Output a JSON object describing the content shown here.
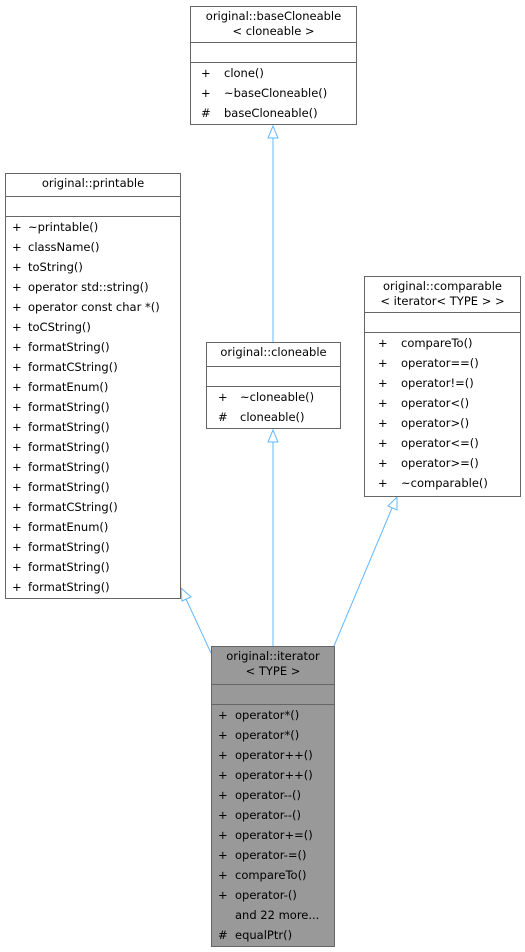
{
  "base_cloneable": {
    "title_lines": [
      "original::baseCloneable",
      "< cloneable >"
    ],
    "operations": [
      {
        "vis": "+",
        "name": "clone()"
      },
      {
        "vis": "+",
        "name": "~baseCloneable()"
      },
      {
        "vis": "#",
        "name": "baseCloneable()"
      }
    ]
  },
  "printable": {
    "title_lines": [
      "original::printable"
    ],
    "operations": [
      {
        "vis": "+",
        "name": "~printable()"
      },
      {
        "vis": "+",
        "name": "className()"
      },
      {
        "vis": "+",
        "name": "toString()"
      },
      {
        "vis": "+",
        "name": "operator std::string()"
      },
      {
        "vis": "+",
        "name": "operator const char *()"
      },
      {
        "vis": "+",
        "name": "toCString()"
      },
      {
        "vis": "+",
        "name": "formatString()"
      },
      {
        "vis": "+",
        "name": "formatCString()"
      },
      {
        "vis": "+",
        "name": "formatEnum()"
      },
      {
        "vis": "+",
        "name": "formatString()"
      },
      {
        "vis": "+",
        "name": "formatString()"
      },
      {
        "vis": "+",
        "name": "formatString()"
      },
      {
        "vis": "+",
        "name": "formatString()"
      },
      {
        "vis": "+",
        "name": "formatString()"
      },
      {
        "vis": "+",
        "name": "formatCString()"
      },
      {
        "vis": "+",
        "name": "formatEnum()"
      },
      {
        "vis": "+",
        "name": "formatString()"
      },
      {
        "vis": "+",
        "name": "formatString()"
      },
      {
        "vis": "+",
        "name": "formatString()"
      }
    ]
  },
  "comparable": {
    "title_lines": [
      "original::comparable",
      "< iterator< TYPE > >"
    ],
    "operations": [
      {
        "vis": "+",
        "name": "compareTo()"
      },
      {
        "vis": "+",
        "name": "operator==()"
      },
      {
        "vis": "+",
        "name": "operator!=()"
      },
      {
        "vis": "+",
        "name": "operator<()"
      },
      {
        "vis": "+",
        "name": "operator>()"
      },
      {
        "vis": "+",
        "name": "operator<=()"
      },
      {
        "vis": "+",
        "name": "operator>=()"
      },
      {
        "vis": "+",
        "name": "~comparable()"
      }
    ]
  },
  "cloneable": {
    "title_lines": [
      "original::cloneable"
    ],
    "operations": [
      {
        "vis": "+",
        "name": "~cloneable()"
      },
      {
        "vis": "#",
        "name": "cloneable()"
      }
    ]
  },
  "iterator": {
    "title_lines": [
      "original::iterator",
      "< TYPE >"
    ],
    "operations": [
      {
        "vis": "+",
        "name": "operator*()"
      },
      {
        "vis": "+",
        "name": "operator*()"
      },
      {
        "vis": "+",
        "name": "operator++()"
      },
      {
        "vis": "+",
        "name": "operator++()"
      },
      {
        "vis": "+",
        "name": "operator--()"
      },
      {
        "vis": "+",
        "name": "operator--()"
      },
      {
        "vis": "+",
        "name": "operator+=()"
      },
      {
        "vis": "+",
        "name": "operator-=()"
      },
      {
        "vis": "+",
        "name": "compareTo()"
      },
      {
        "vis": "+",
        "name": "operator-()"
      },
      {
        "vis": "",
        "name": "and 22 more..."
      },
      {
        "vis": "#",
        "name": "equalPtr()"
      }
    ]
  },
  "colors": {
    "edge": "#63b8ff",
    "border": "#666666",
    "focus_fill": "#999999"
  }
}
